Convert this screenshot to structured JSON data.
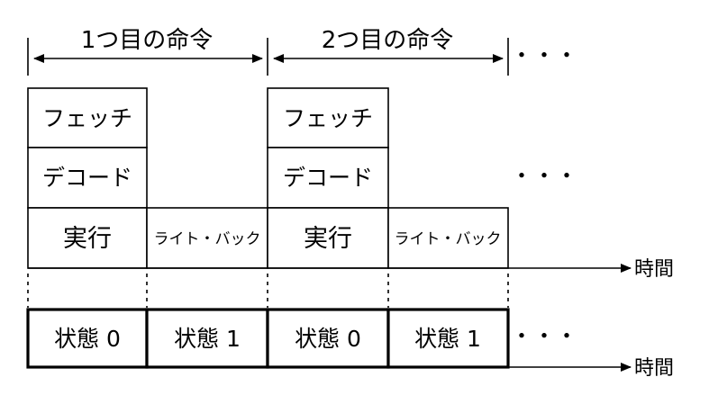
{
  "headers": {
    "first": "1つ目の命令",
    "second": "2つ目の命令"
  },
  "stages": {
    "fetch": "フェッチ",
    "decode": "デコード",
    "execute": "実行",
    "writeback": "ライト・バック"
  },
  "states": {
    "s0": "状態 0",
    "s1": "状態 1"
  },
  "time_label": "時間",
  "ellipsis": "・・・"
}
